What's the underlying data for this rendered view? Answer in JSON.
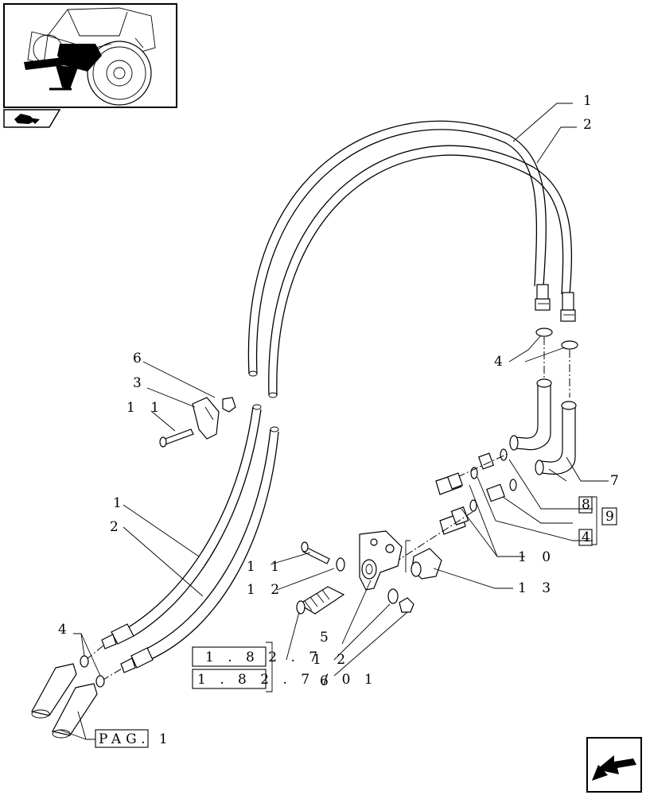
{
  "callouts": {
    "c1_top": "1",
    "c2_top": "2",
    "c4_right_upper": "4",
    "c7": "7",
    "c8": "8",
    "c9": "9",
    "c4_right_lower": "4",
    "c10": "1 0",
    "c13": "1 3",
    "c6_left": "6",
    "c3": "3",
    "c11_left": "1 1",
    "c1_left": "1",
    "c2_left": "2",
    "c11_mid": "1 1",
    "c12_mid": "1 2",
    "c5": "5",
    "c12_bottom": "1 2",
    "c6_bottom": "6",
    "c4_left": "4"
  },
  "references": {
    "ref_a": "1 . 8 2 . 7",
    "ref_b": "1 . 8 2 . 7 / 0 1",
    "ref_pag": "PAG. 1"
  },
  "icons": {
    "thumbnail": "tractor-location-thumbnail",
    "section_tab": "section-tab-icon",
    "next_page": "next-page-arrow-icon"
  }
}
